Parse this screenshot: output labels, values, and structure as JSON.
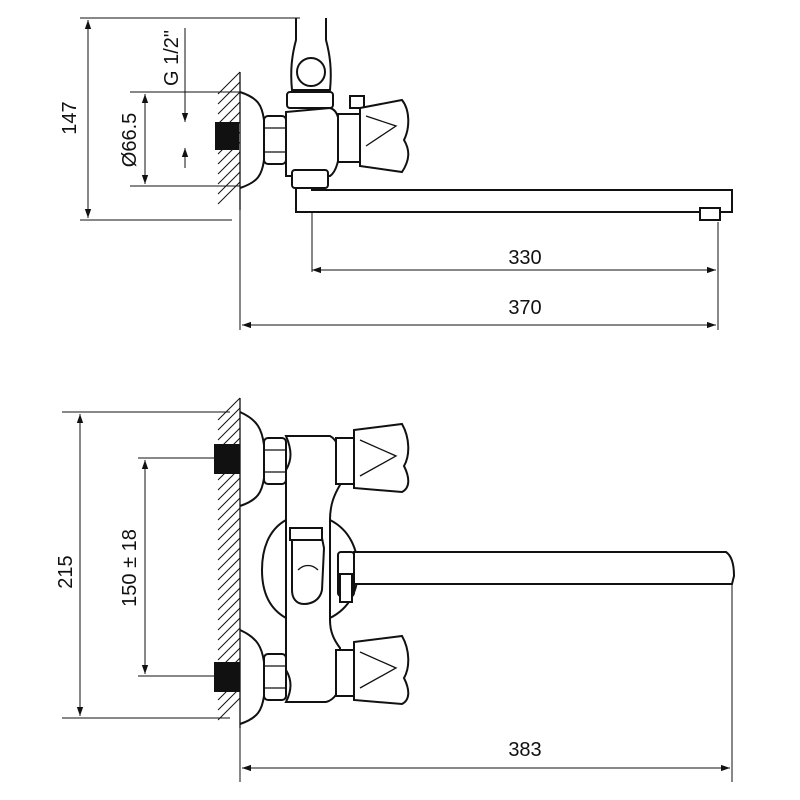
{
  "dimensions": {
    "top": {
      "height": "147",
      "thread": "G 1/2\"",
      "diameter": "Ø66.5",
      "spout_reach": "330",
      "total_reach": "370"
    },
    "bottom": {
      "height": "215",
      "center_distance": "150 ± 18",
      "total_reach": "383"
    }
  },
  "colors": {
    "line": "#111111",
    "background": "#ffffff",
    "nut_fill": "#111111"
  }
}
